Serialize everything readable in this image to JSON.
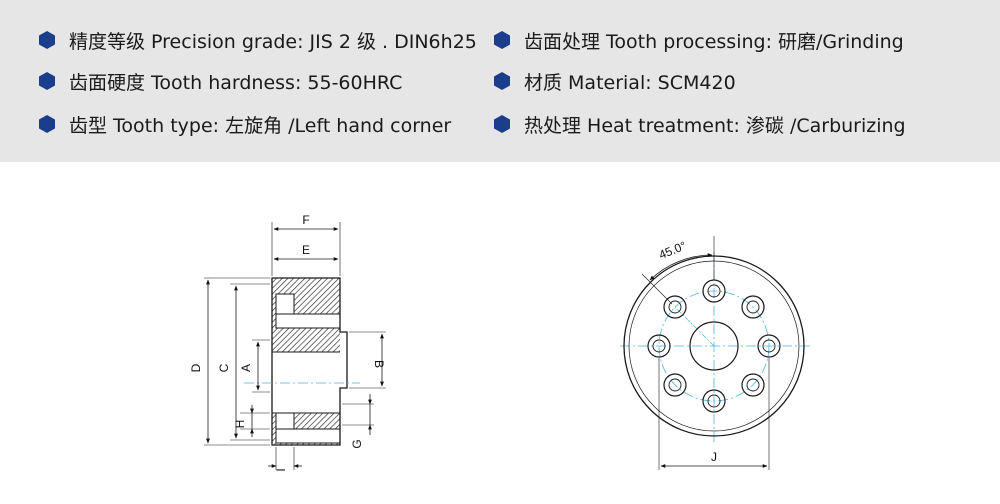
{
  "colors": {
    "panel_bg": "#e6e6e6",
    "bullet": "#1b3e8c",
    "line": "#1a1a1a",
    "hatch": "#333333",
    "centerline": "#4fb4e0"
  },
  "specs": {
    "precision": "精度等级 Precision grade: JIS 2 级 . DIN6h25",
    "processing": "齿面处理 Tooth processing: 研磨/Grinding",
    "hardness": "齿面硬度 Tooth hardness: 55-60HRC",
    "material": "材质 Material: SCM420",
    "tooth_type": "齿型 Tooth type: 左旋角 /Left hand corner",
    "heat": "热处理 Heat treatment: 渗碳 /Carburizing"
  },
  "bullet_icon": "blue-hexagon-bullet",
  "side_view": {
    "labels": {
      "F": "F",
      "E": "E",
      "D": "D",
      "C": "C",
      "A": "A",
      "B": "B",
      "H": "H",
      "G": "G",
      "I": "I"
    }
  },
  "front_view": {
    "angle": "45.0°",
    "J": "J"
  }
}
